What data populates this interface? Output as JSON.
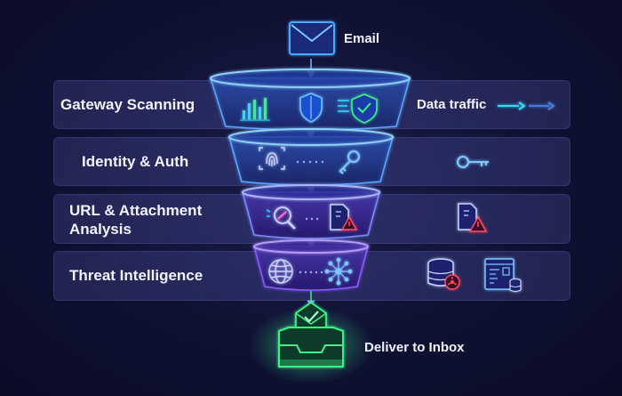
{
  "source": {
    "label": "Email"
  },
  "stages": [
    {
      "label": "Gateway Scanning"
    },
    {
      "label": "Identity & Auth"
    },
    {
      "label": "URL & Attachment Analysis"
    },
    {
      "label": "Threat Intelligence"
    }
  ],
  "side_note": {
    "label": "Data traffic"
  },
  "destination": {
    "label": "Deliver to Inbox"
  },
  "colors": {
    "accent_cyan": "#38d6f5",
    "accent_green": "#3df08a",
    "accent_red": "#ff4d5e",
    "funnel_edge": "#5aa7ff",
    "funnel_violet": "#8a5cff"
  },
  "icons": [
    "envelope-icon",
    "bar-chart-icon",
    "shield-icon",
    "shield-check-icon",
    "fingerprint-icon",
    "key-icon",
    "link-search-icon",
    "document-warning-icon",
    "globe-icon",
    "network-icon",
    "database-biohazard-icon",
    "server-window-icon",
    "inbox-check-icon"
  ]
}
